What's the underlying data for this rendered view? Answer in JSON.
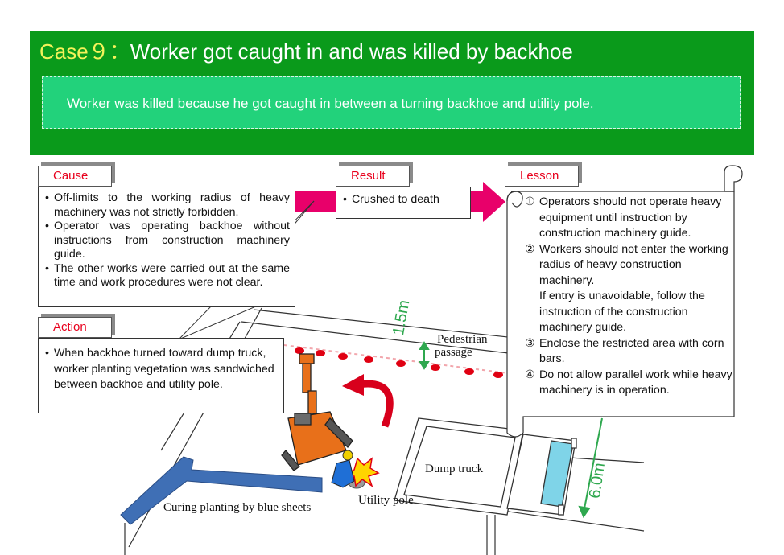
{
  "header": {
    "case_label": "Case９",
    "separator": "：",
    "title": "Worker got caught in and was killed by backhoe",
    "summary": "Worker was killed because he got caught in between a turning backhoe and utility pole."
  },
  "cause": {
    "label": "Cause",
    "items": [
      "Off-limits to the working radius of heavy machinery was not strictly forbidden.",
      "Operator was operating backhoe without instructions from construction machinery guide.",
      "The other works were carried out at the same time and work procedures were not clear."
    ]
  },
  "result": {
    "label": "Result",
    "items": [
      "Crushed to death"
    ]
  },
  "action": {
    "label": "Action",
    "items": [
      "When backhoe turned toward dump truck, worker planting vegetation was sandwiched between backhoe and utility pole."
    ]
  },
  "lesson": {
    "label": "Lesson",
    "items": [
      {
        "num": "①",
        "text": "Operators should not operate heavy equipment until instruction by construction machinery guide."
      },
      {
        "num": "②",
        "text": "Workers should not enter the working radius of heavy construction machinery.",
        "extra": "If entry is unavoidable, follow the instruction of the construction machinery guide."
      },
      {
        "num": "③",
        "text": "Enclose the restricted area with corn bars."
      },
      {
        "num": "④",
        "text": "Do not allow parallel work while heavy machinery is in operation."
      }
    ]
  },
  "scene": {
    "pedestrian_line1": "Pedestrian",
    "pedestrian_line2": "passage",
    "dump_truck": "Dump truck",
    "utility_pole": "Utility pole",
    "curing": "Curing planting by blue sheets",
    "dim_passage": "1.5m",
    "dim_radius": "6.0m"
  },
  "colors": {
    "header_green": "#0a9a1b",
    "summary_green": "#22d27b",
    "case_yellow": "#f4f25a",
    "label_red": "#e8001c",
    "arrow_pink": "#e8006a",
    "dim_green": "#2fa84f",
    "backhoe_orange": "#e8701a",
    "blue_sheet": "#3f6fb5"
  }
}
